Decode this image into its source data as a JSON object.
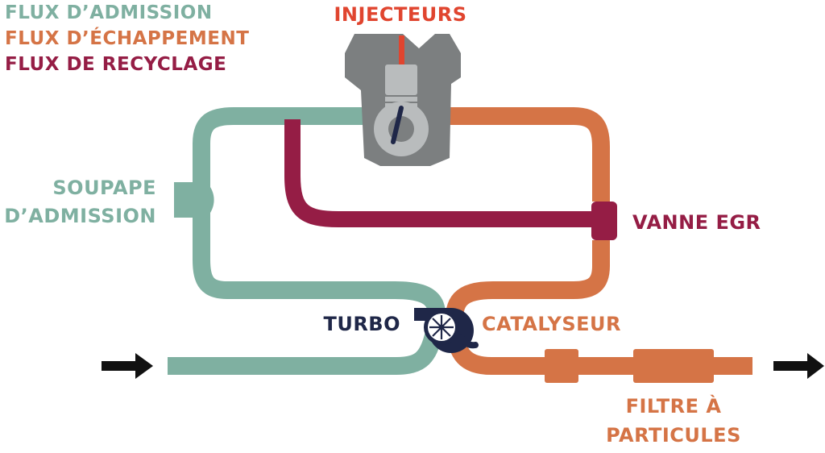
{
  "legend": {
    "admission": "FLUX D’ADMISSION",
    "echappement": "FLUX D’ÉCHAPPEMENT",
    "recyclage": "FLUX DE RECYCLAGE"
  },
  "labels": {
    "injecteurs": "INJECTEURS",
    "soupape_line1": "SOUPAPE",
    "soupape_line2": "D’ADMISSION",
    "vanne_egr": "VANNE EGR",
    "turbo": "TURBO",
    "catalyseur": "CATALYSEUR",
    "filtre_line1": "FILTRE À",
    "filtre_line2": "PARTICULES"
  },
  "colors": {
    "admission": "#7fb0a1",
    "echappement": "#d57446",
    "recyclage": "#951d45",
    "injecteur": "#e0452f",
    "turbo": "#1f2748",
    "engine": "#7c7f80",
    "engine_light": "#b9bcbd",
    "arrow": "#111111"
  },
  "icons": {
    "engine": "engine-block-icon",
    "turbo": "turbo-icon",
    "arrow_in": "arrow-right-icon",
    "arrow_out": "arrow-right-icon"
  }
}
